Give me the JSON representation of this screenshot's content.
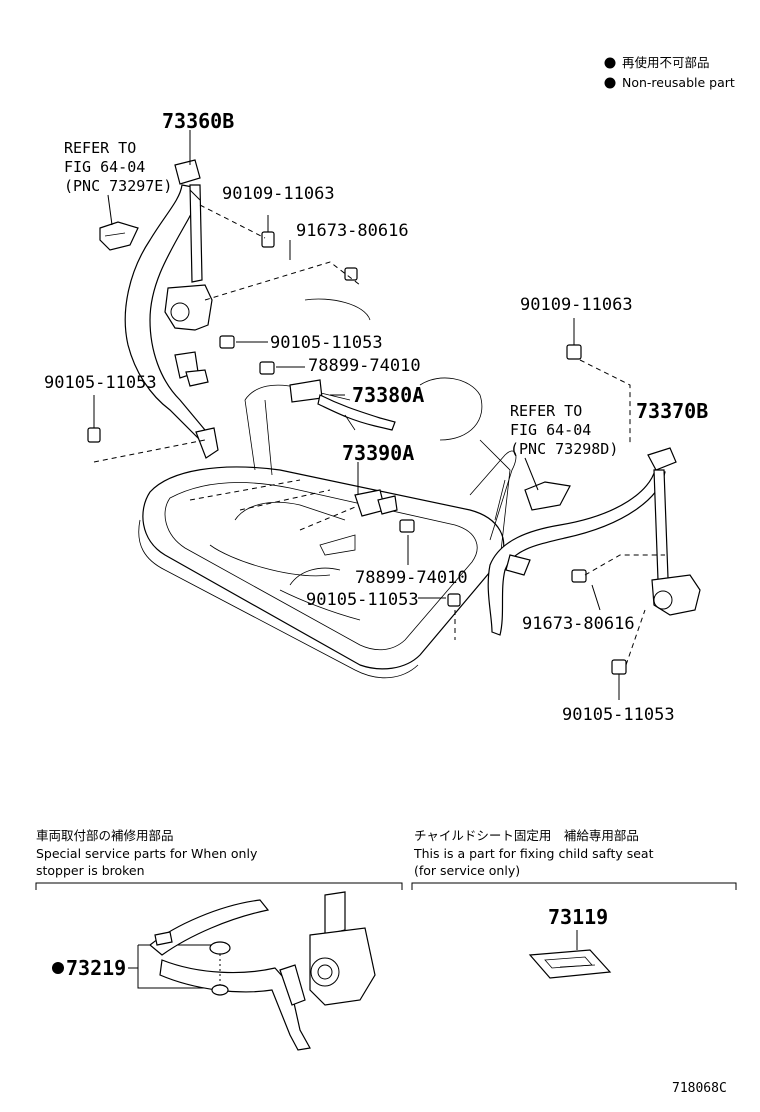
{
  "legend": {
    "japanese": "再使用不可部品",
    "english": "Non-reusable part"
  },
  "callouts": {
    "p73360B": "73360B",
    "p73370B": "73370B",
    "p73380A": "73380A",
    "p73390A": "73390A",
    "p90109_left": "90109-11063",
    "p90109_right": "90109-11063",
    "p91673_left": "91673-80616",
    "p91673_right": "91673-80616",
    "p90105_center": "90105-11053",
    "p90105_left": "90105-11053",
    "p90105_lower": "90105-11053",
    "p90105_right": "90105-11053",
    "p78899_upper": "78899-74010",
    "p78899_lower": "78899-74010"
  },
  "refer_left": [
    "REFER TO",
    "FIG 64-04",
    "(PNC 73297E)"
  ],
  "refer_right": [
    "REFER TO",
    "FIG 64-04",
    "(PNC 73298D)"
  ],
  "section_left": {
    "japanese": "車両取付部の補修用部品",
    "english_1": "Special service parts for When only",
    "english_2": "stopper is broken",
    "part": "73219"
  },
  "section_right": {
    "japanese": "チャイルドシート固定用　補給専用部品",
    "english_1": "This is a part for fixing child safty seat",
    "english_2": "(for service only)",
    "part": "73119"
  },
  "figure_code": "718068C"
}
